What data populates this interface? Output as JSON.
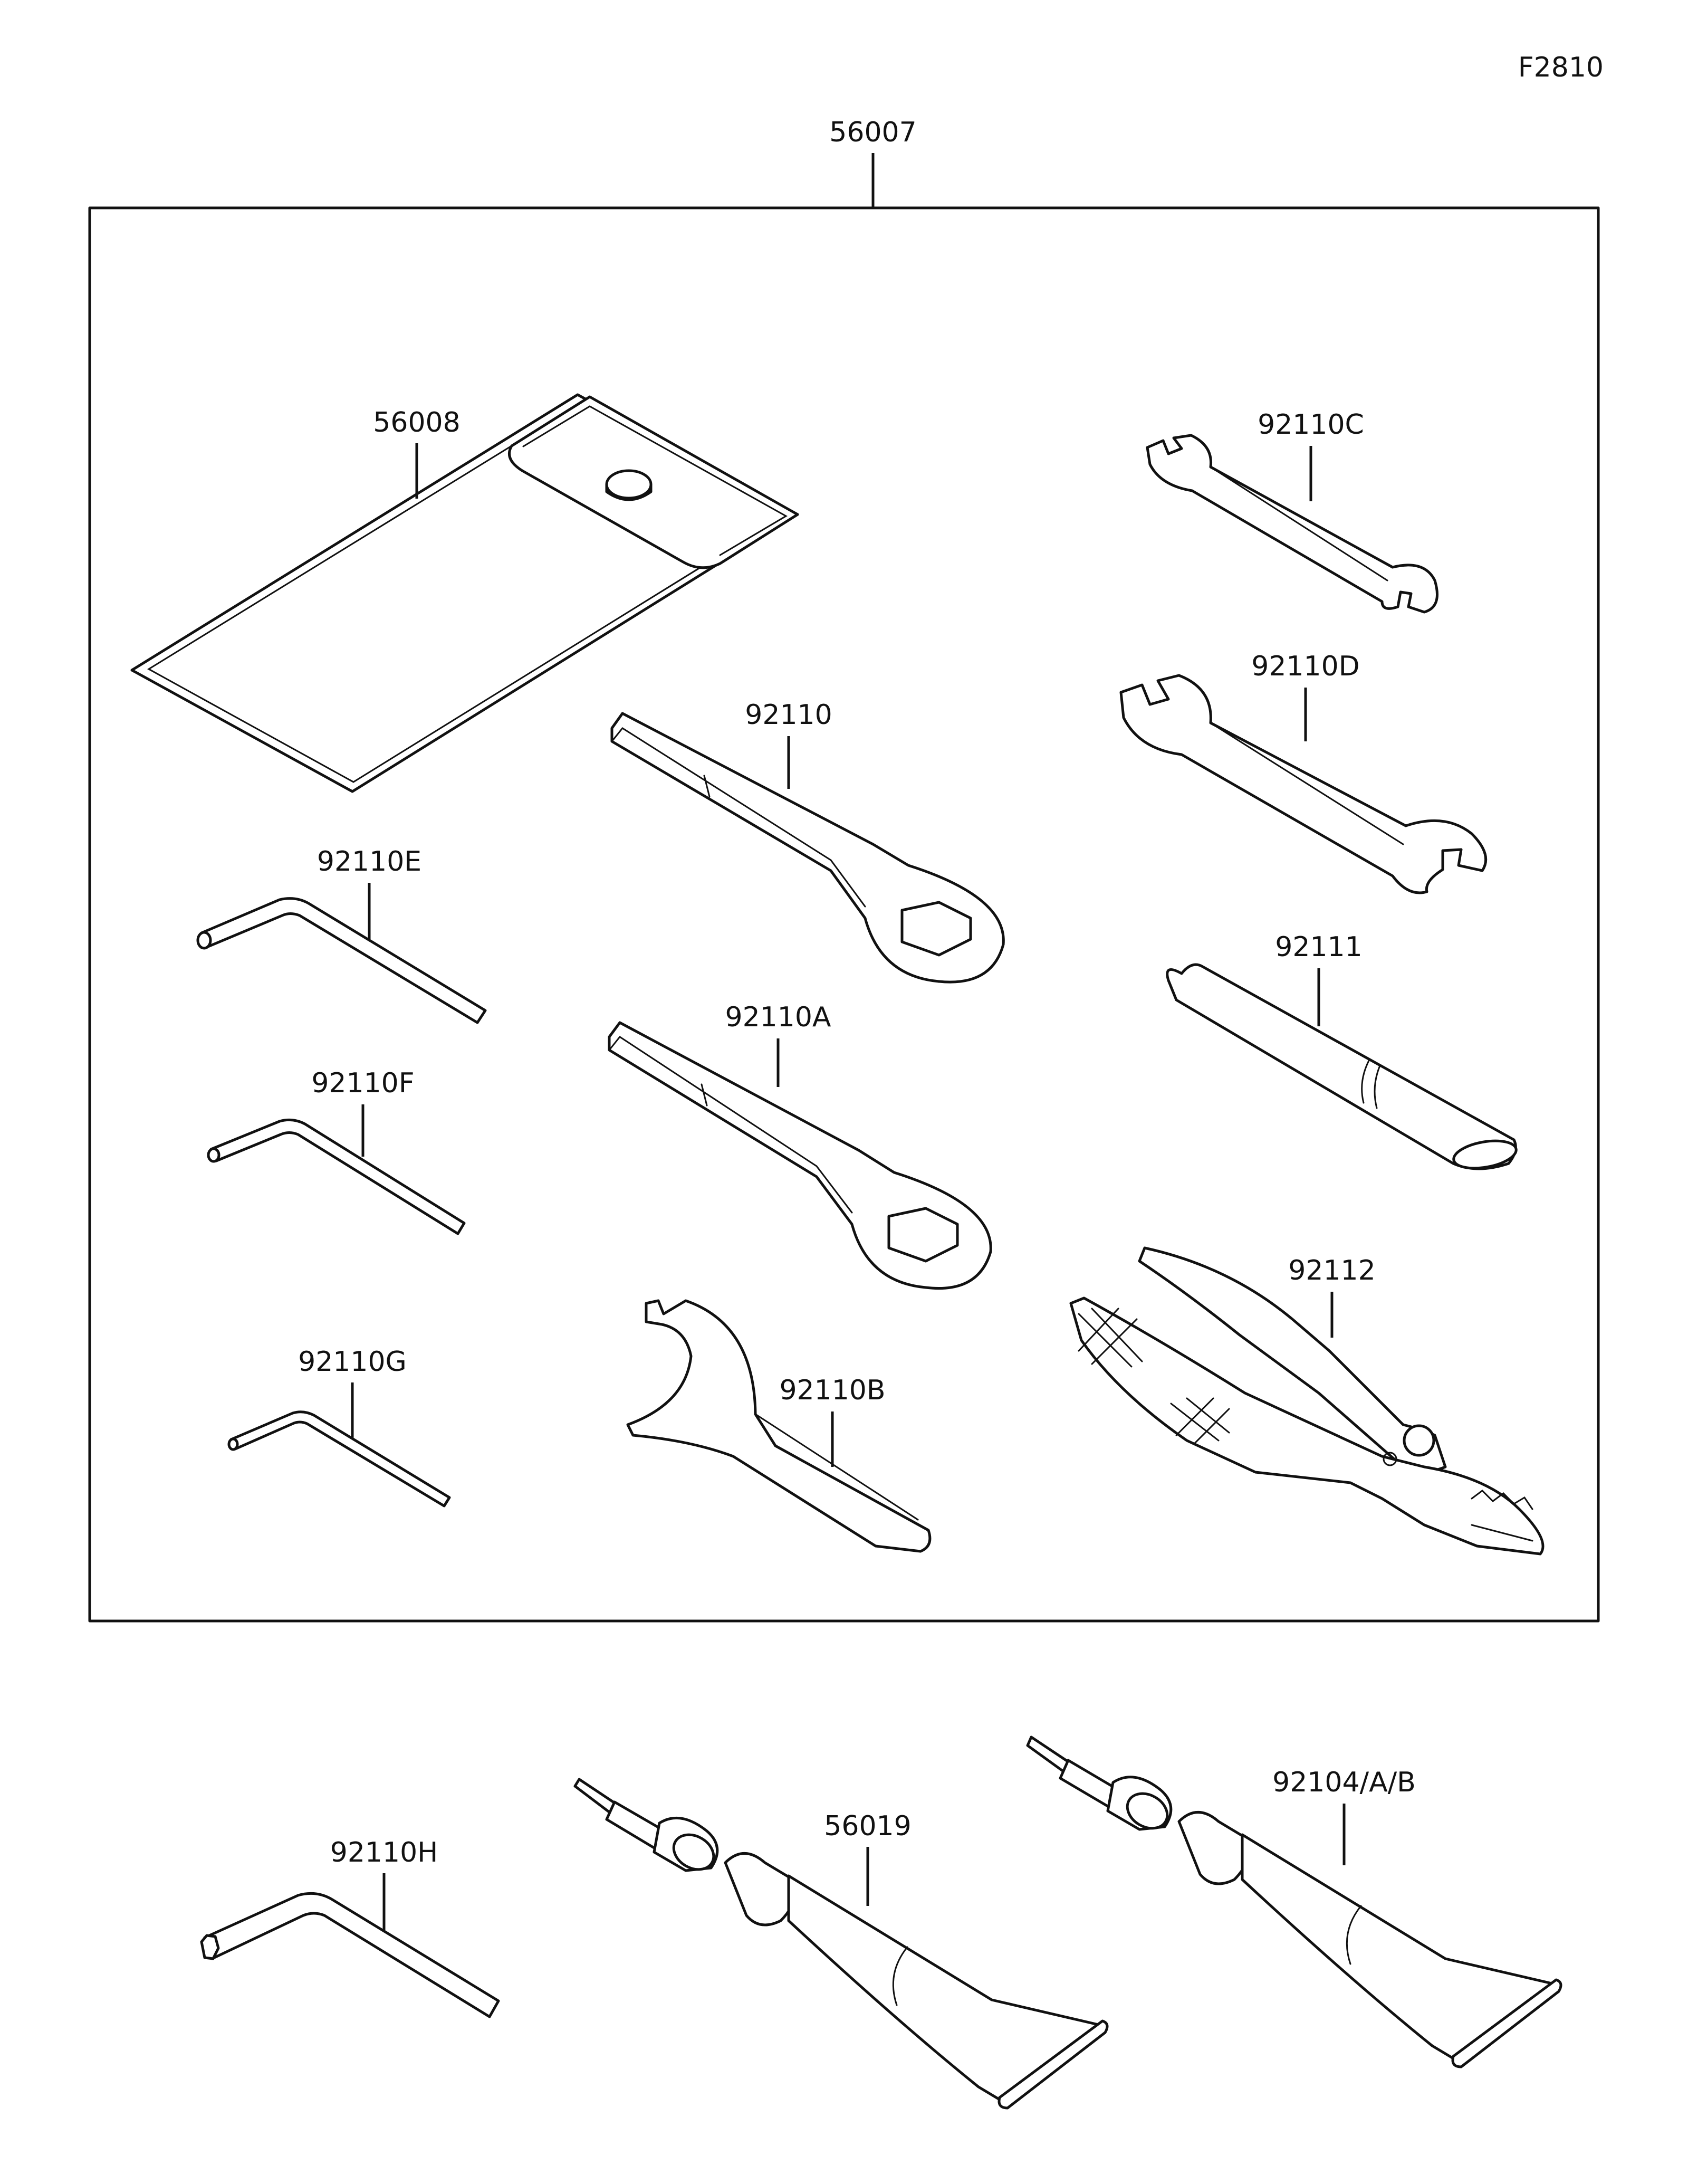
{
  "figure_code": "F2810",
  "kit": {
    "part_no": "56007"
  },
  "parts": {
    "p56008": "56008",
    "p92110": "92110",
    "p92110A": "92110A",
    "p92110B": "92110B",
    "p92110C": "92110C",
    "p92110D": "92110D",
    "p92110E": "92110E",
    "p92110F": "92110F",
    "p92110G": "92110G",
    "p92110H": "92110H",
    "p92111": "92111",
    "p92112": "92112",
    "p56019": "56019",
    "p92104": "92104/A/B"
  }
}
